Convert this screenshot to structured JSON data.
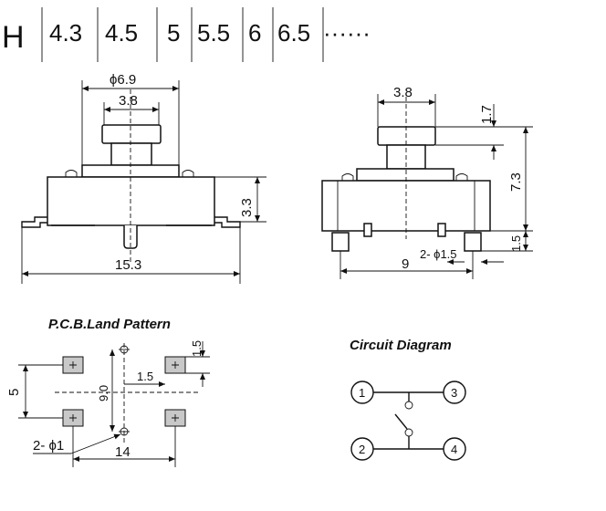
{
  "header": {
    "letter": "H",
    "values": [
      "4.3",
      "4.5",
      "5",
      "5.5",
      "6",
      "6.5"
    ],
    "ellipsis": "······"
  },
  "front_view": {
    "dia_label": "ϕ6.9",
    "width_38": "3.8",
    "height_33": "3.3",
    "total_width": "15.3"
  },
  "side_view": {
    "width_38": "3.8",
    "cap_17": "1.7",
    "height_73": "7.3",
    "leg_15": "1.5",
    "holes": "2- ϕ1.5",
    "width_9": "9"
  },
  "pcb": {
    "title": "P.C.B.Land Pattern",
    "dim_5": "5",
    "dim_90": "9.0",
    "dim_15a": "1.5",
    "dim_15b": "1.5",
    "holes": "2- ϕ1",
    "dim_14": "14"
  },
  "circuit": {
    "title": "Circuit Diagram",
    "pins": [
      "1",
      "3",
      "2",
      "4"
    ]
  }
}
